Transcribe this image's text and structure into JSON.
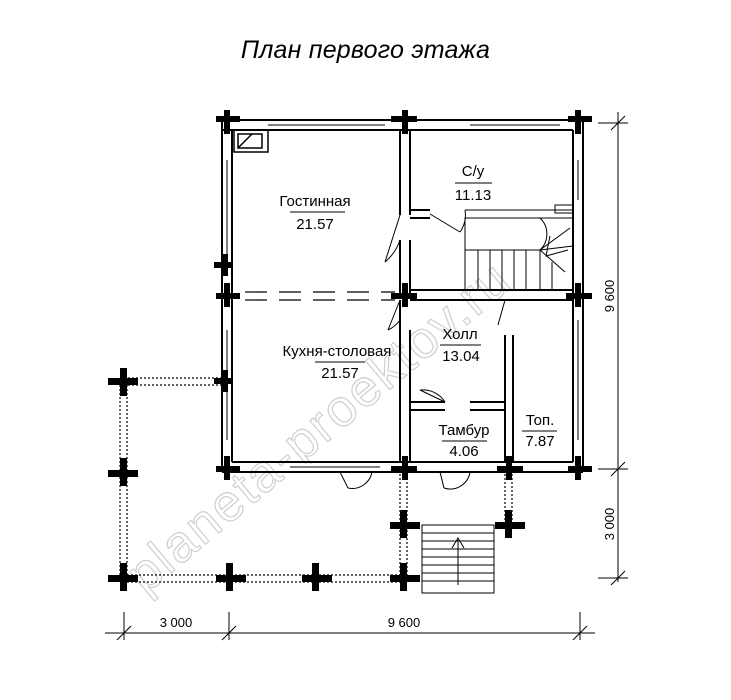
{
  "title": "План первого этажа",
  "rooms": [
    {
      "name": "Гостинная",
      "area": "21.57"
    },
    {
      "name": "С/у",
      "area": "11.13"
    },
    {
      "name": "Кухня-столовая",
      "area": "21.57"
    },
    {
      "name": "Холл",
      "area": "13.04"
    },
    {
      "name": "Тамбур",
      "area": "4.06"
    },
    {
      "name": "Топ.",
      "area": "7.87"
    }
  ],
  "dimensions": {
    "bottom_left": "3 000",
    "bottom_right": "9 600",
    "right_top": "9 600",
    "right_bottom": "3 000"
  },
  "watermark": "planeta-proektov.ru"
}
